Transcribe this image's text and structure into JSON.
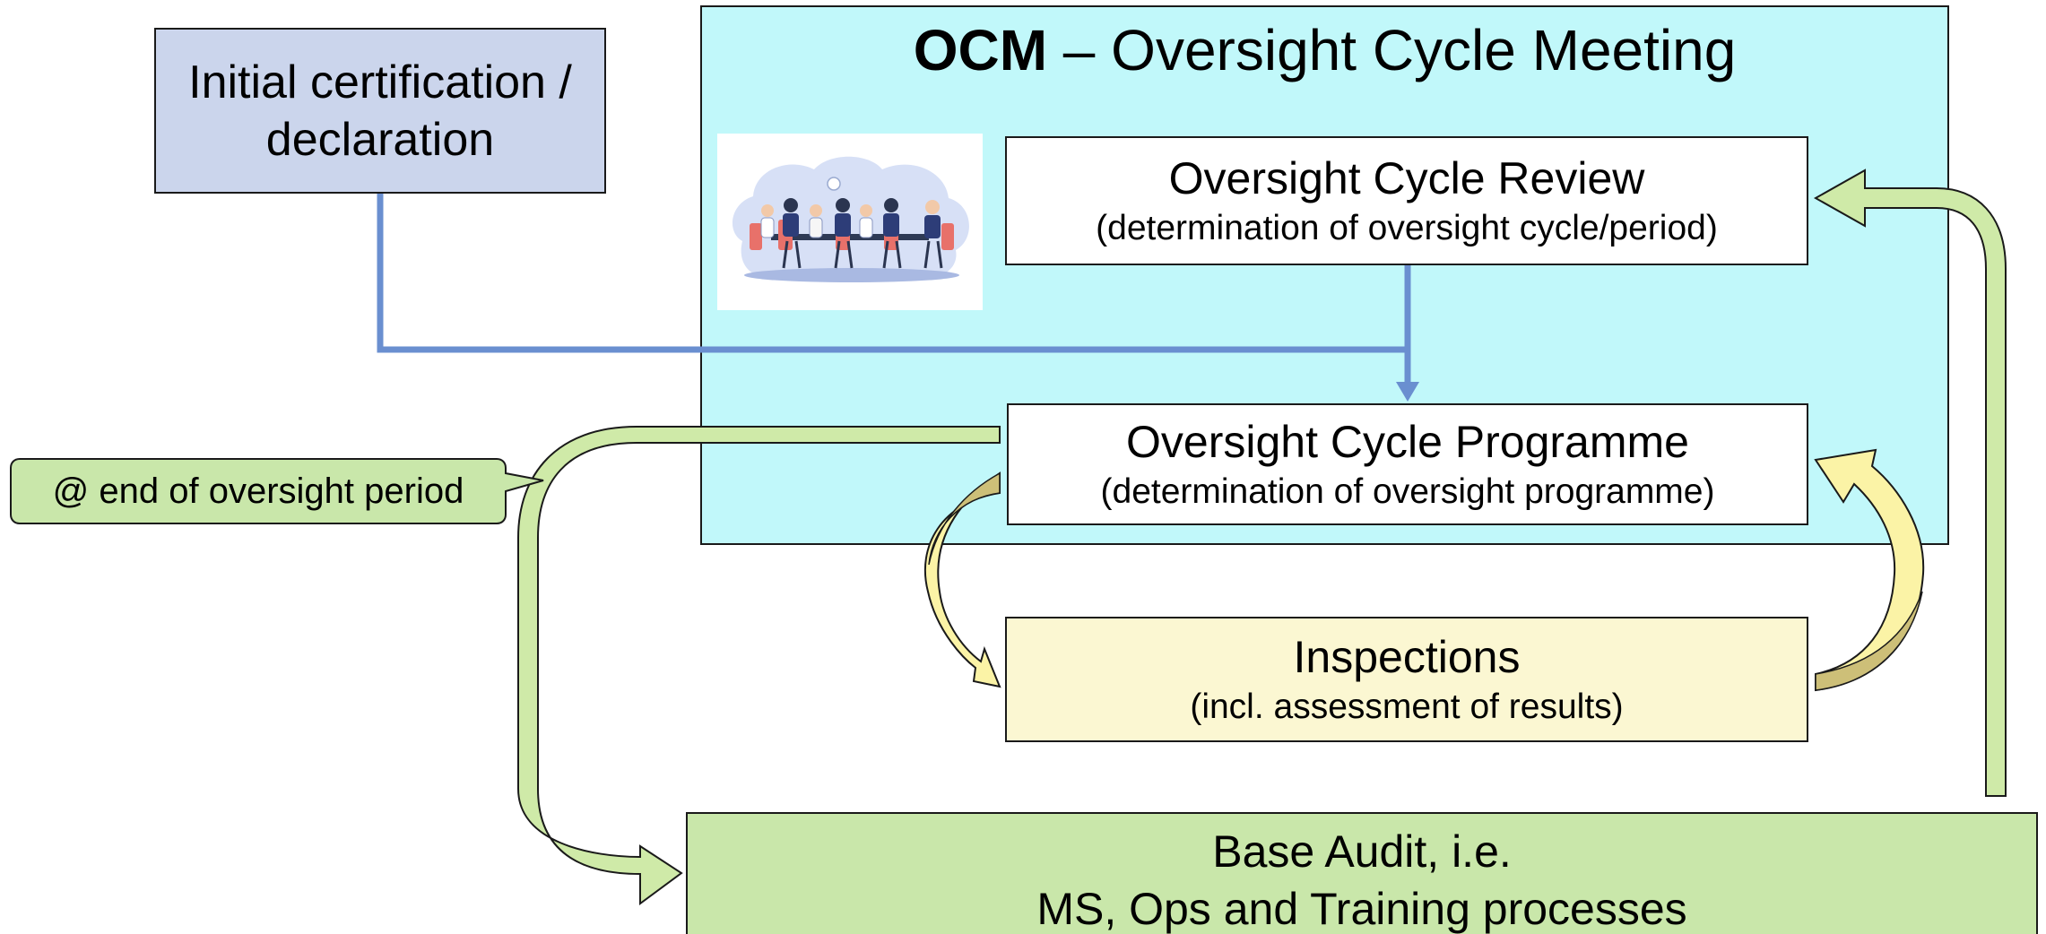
{
  "colors": {
    "ocm_panel_fill": "#c1f8fa",
    "initial_box_fill": "#cbd5ec",
    "white_box_fill": "#ffffff",
    "inspections_fill": "#fbf7d2",
    "base_audit_fill": "#c9e7aa",
    "callout_fill": "#c9e7aa",
    "connector_blue": "#6a8fd0",
    "green_arrow_fill": "#cfeaa8",
    "yellow_arrow_light": "#fbf3a6",
    "yellow_arrow_dark": "#cdbf78"
  },
  "ocm": {
    "title_bold": "OCM",
    "title_rest": " – Oversight Cycle Meeting"
  },
  "initial": {
    "line1": "Initial certification /",
    "line2": "declaration"
  },
  "review": {
    "title": "Oversight Cycle Review",
    "subtitle": "(determination of oversight cycle/period)"
  },
  "programme": {
    "title": "Oversight Cycle Programme",
    "subtitle": "(determination of oversight programme)"
  },
  "inspections": {
    "title": "Inspections",
    "subtitle": "(incl. assessment of results)"
  },
  "base_audit": {
    "line1": "Base Audit, i.e.",
    "line2": "MS, Ops and Training processes"
  },
  "callout": {
    "text": "@ end of oversight period"
  },
  "icons": {
    "meeting": "team-meeting-illustration"
  }
}
